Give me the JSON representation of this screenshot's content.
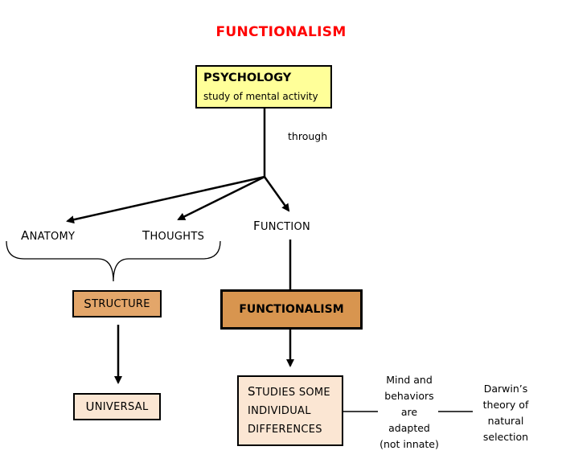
{
  "title": "FUNCTIONALISM",
  "psychology": {
    "title": "PSYCHOLOGY",
    "subtitle": "study of mental activity"
  },
  "through_label": "through",
  "branches": {
    "anatomy": {
      "cap": "A",
      "rest": "NATOMY"
    },
    "thoughts": {
      "cap": "T",
      "rest": "HOUGHTS"
    },
    "function": {
      "cap": "F",
      "rest": "UNCTION"
    }
  },
  "structure": {
    "cap": "S",
    "rest": "TRUCTURE"
  },
  "universal": {
    "cap": "U",
    "rest": "NIVERSAL"
  },
  "functionalism_box": "FUNCTIONALISM",
  "studies": {
    "line1_cap": "S",
    "line1_rest": "TUDIES SOME",
    "line2": "INDIVIDUAL",
    "line3": "DIFFERENCES"
  },
  "mind_note": [
    "Mind and",
    "behaviors",
    "are",
    "adapted",
    "(not innate)"
  ],
  "darwin_note": [
    "Darwin’s",
    "theory of",
    "natural",
    "selection"
  ],
  "colors": {
    "title": "#ff0000",
    "psychology_box": "#ffff99",
    "structure_box": "#e3a66a",
    "functionalism_box": "#d8954f",
    "light_box": "#fbe6d3"
  }
}
